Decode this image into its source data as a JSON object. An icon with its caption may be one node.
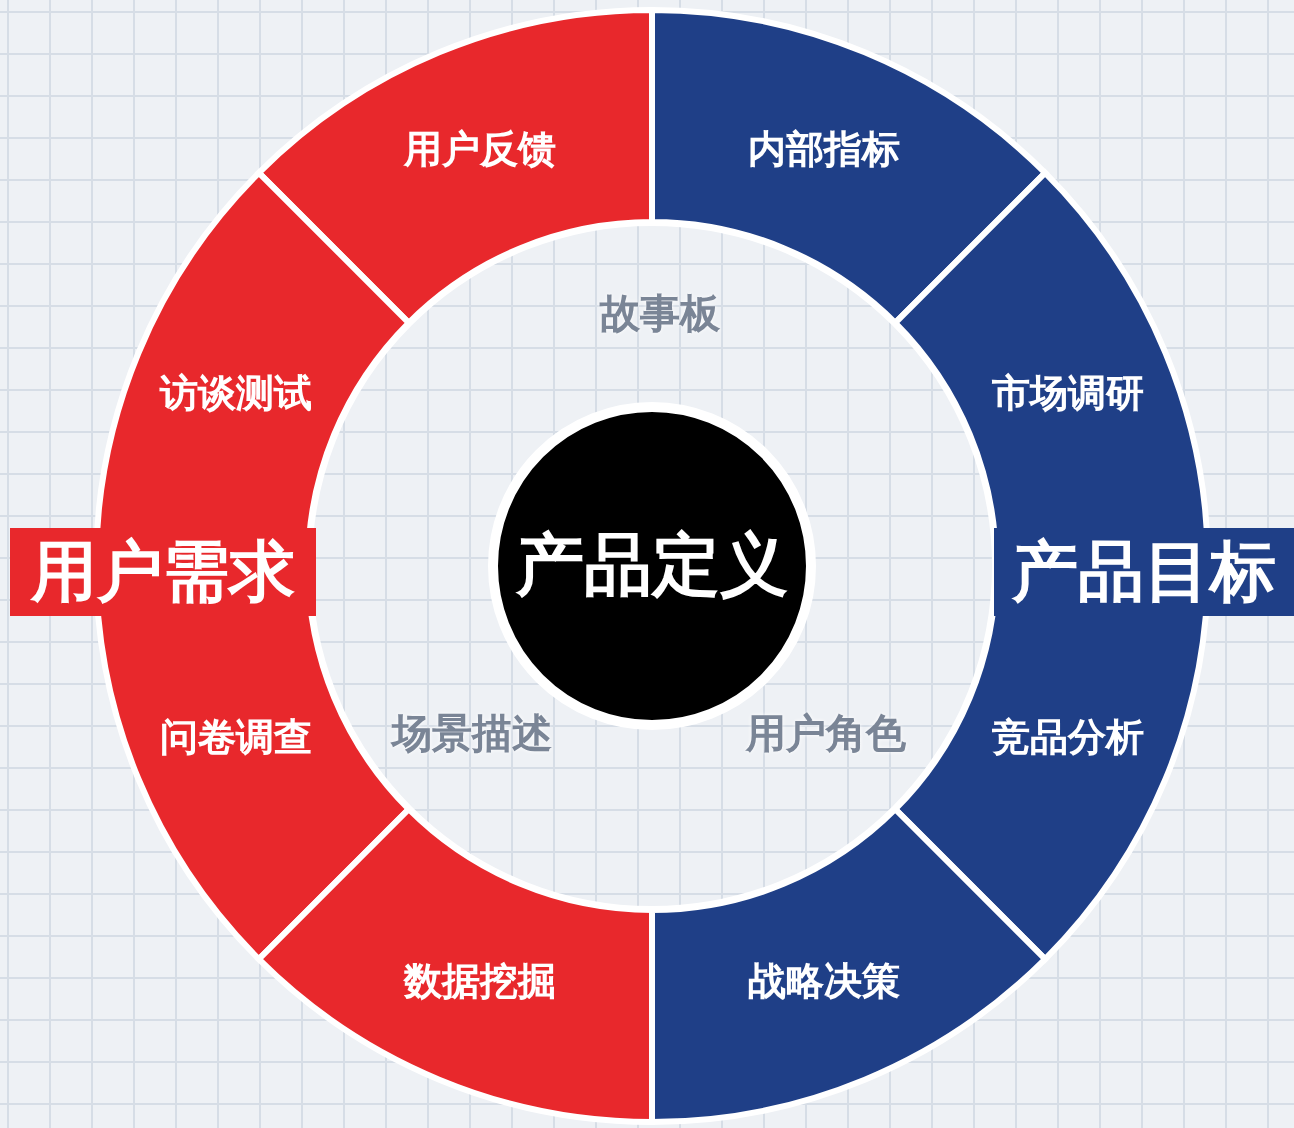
{
  "diagram": {
    "nodes": [
      {
        "text": [
          "产品定义"
        ]
      },
      {
        "text": [
          "用户反馈"
        ]
      },
      {
        "text": [
          "访谈测试"
        ]
      },
      {
        "text": [
          "问卷调查"
        ]
      },
      {
        "text": [
          "数据挖掘"
        ]
      },
      {
        "text": [
          "内部指标"
        ]
      },
      {
        "text": [
          "市场调研"
        ]
      },
      {
        "text": [
          "竞品分析"
        ]
      },
      {
        "text": [
          "战略决策"
        ]
      },
      {
        "text": [
          "用户需求"
        ]
      },
      {
        "text": [
          "产品目标"
        ]
      }
    ],
    "labels": [
      "故事板",
      "场景描述",
      "用户角色"
    ]
  }
}
